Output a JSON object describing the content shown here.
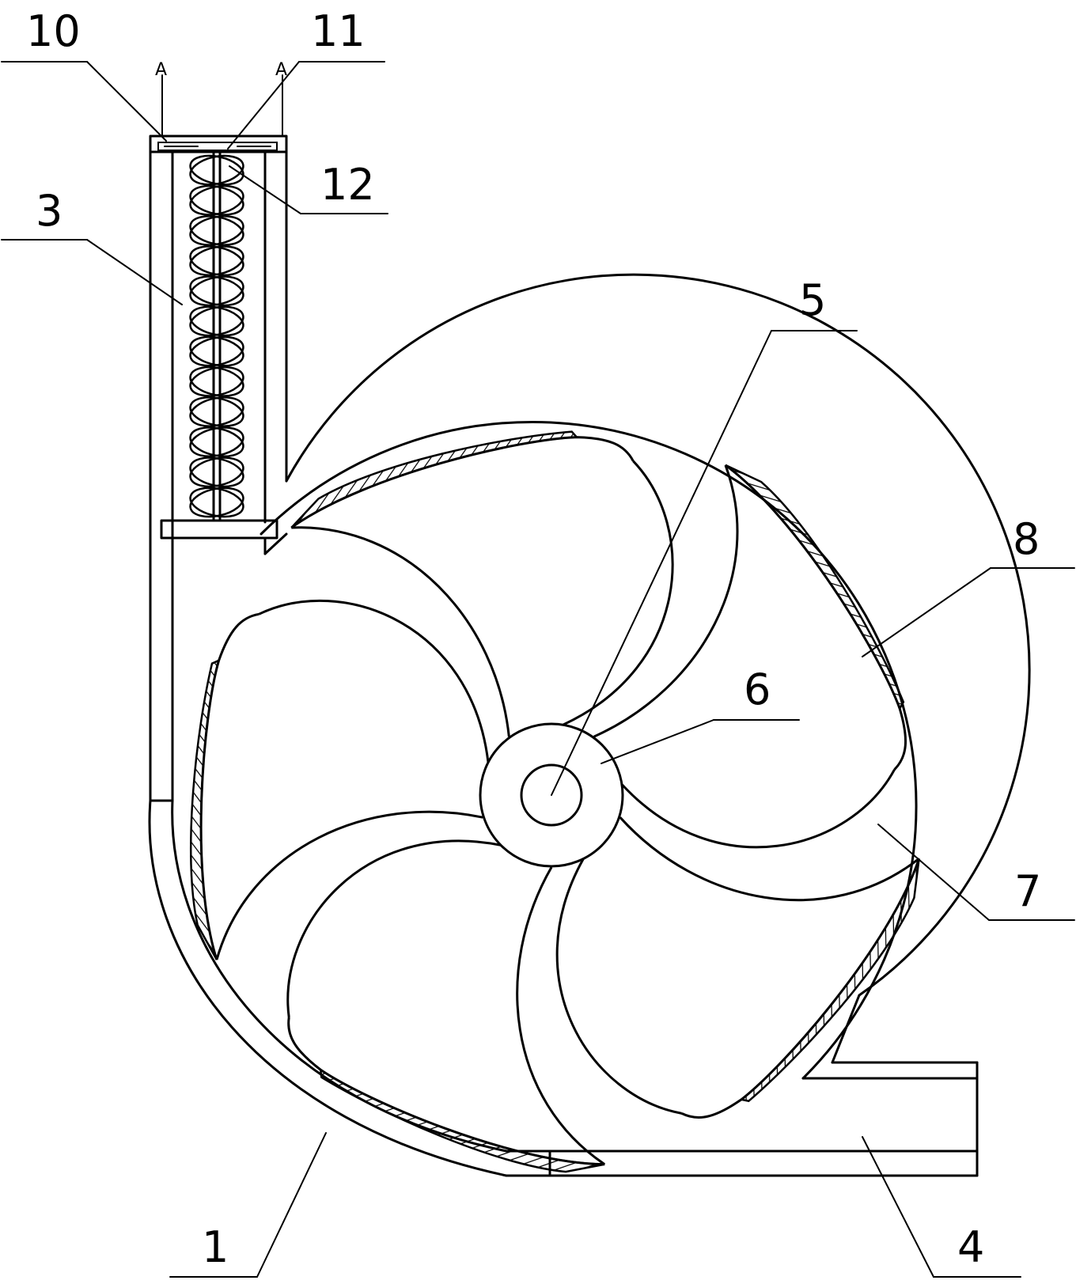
{
  "labels": {
    "l10": "10",
    "l11": "11",
    "l12": "12",
    "l3": "3",
    "l5": "5",
    "l8": "8",
    "l6": "6",
    "l7": "7",
    "l1": "1",
    "l4": "4"
  },
  "section_marks": {
    "left": "A",
    "right": "A"
  },
  "parts": {
    "impeller_blade_count": 5
  }
}
